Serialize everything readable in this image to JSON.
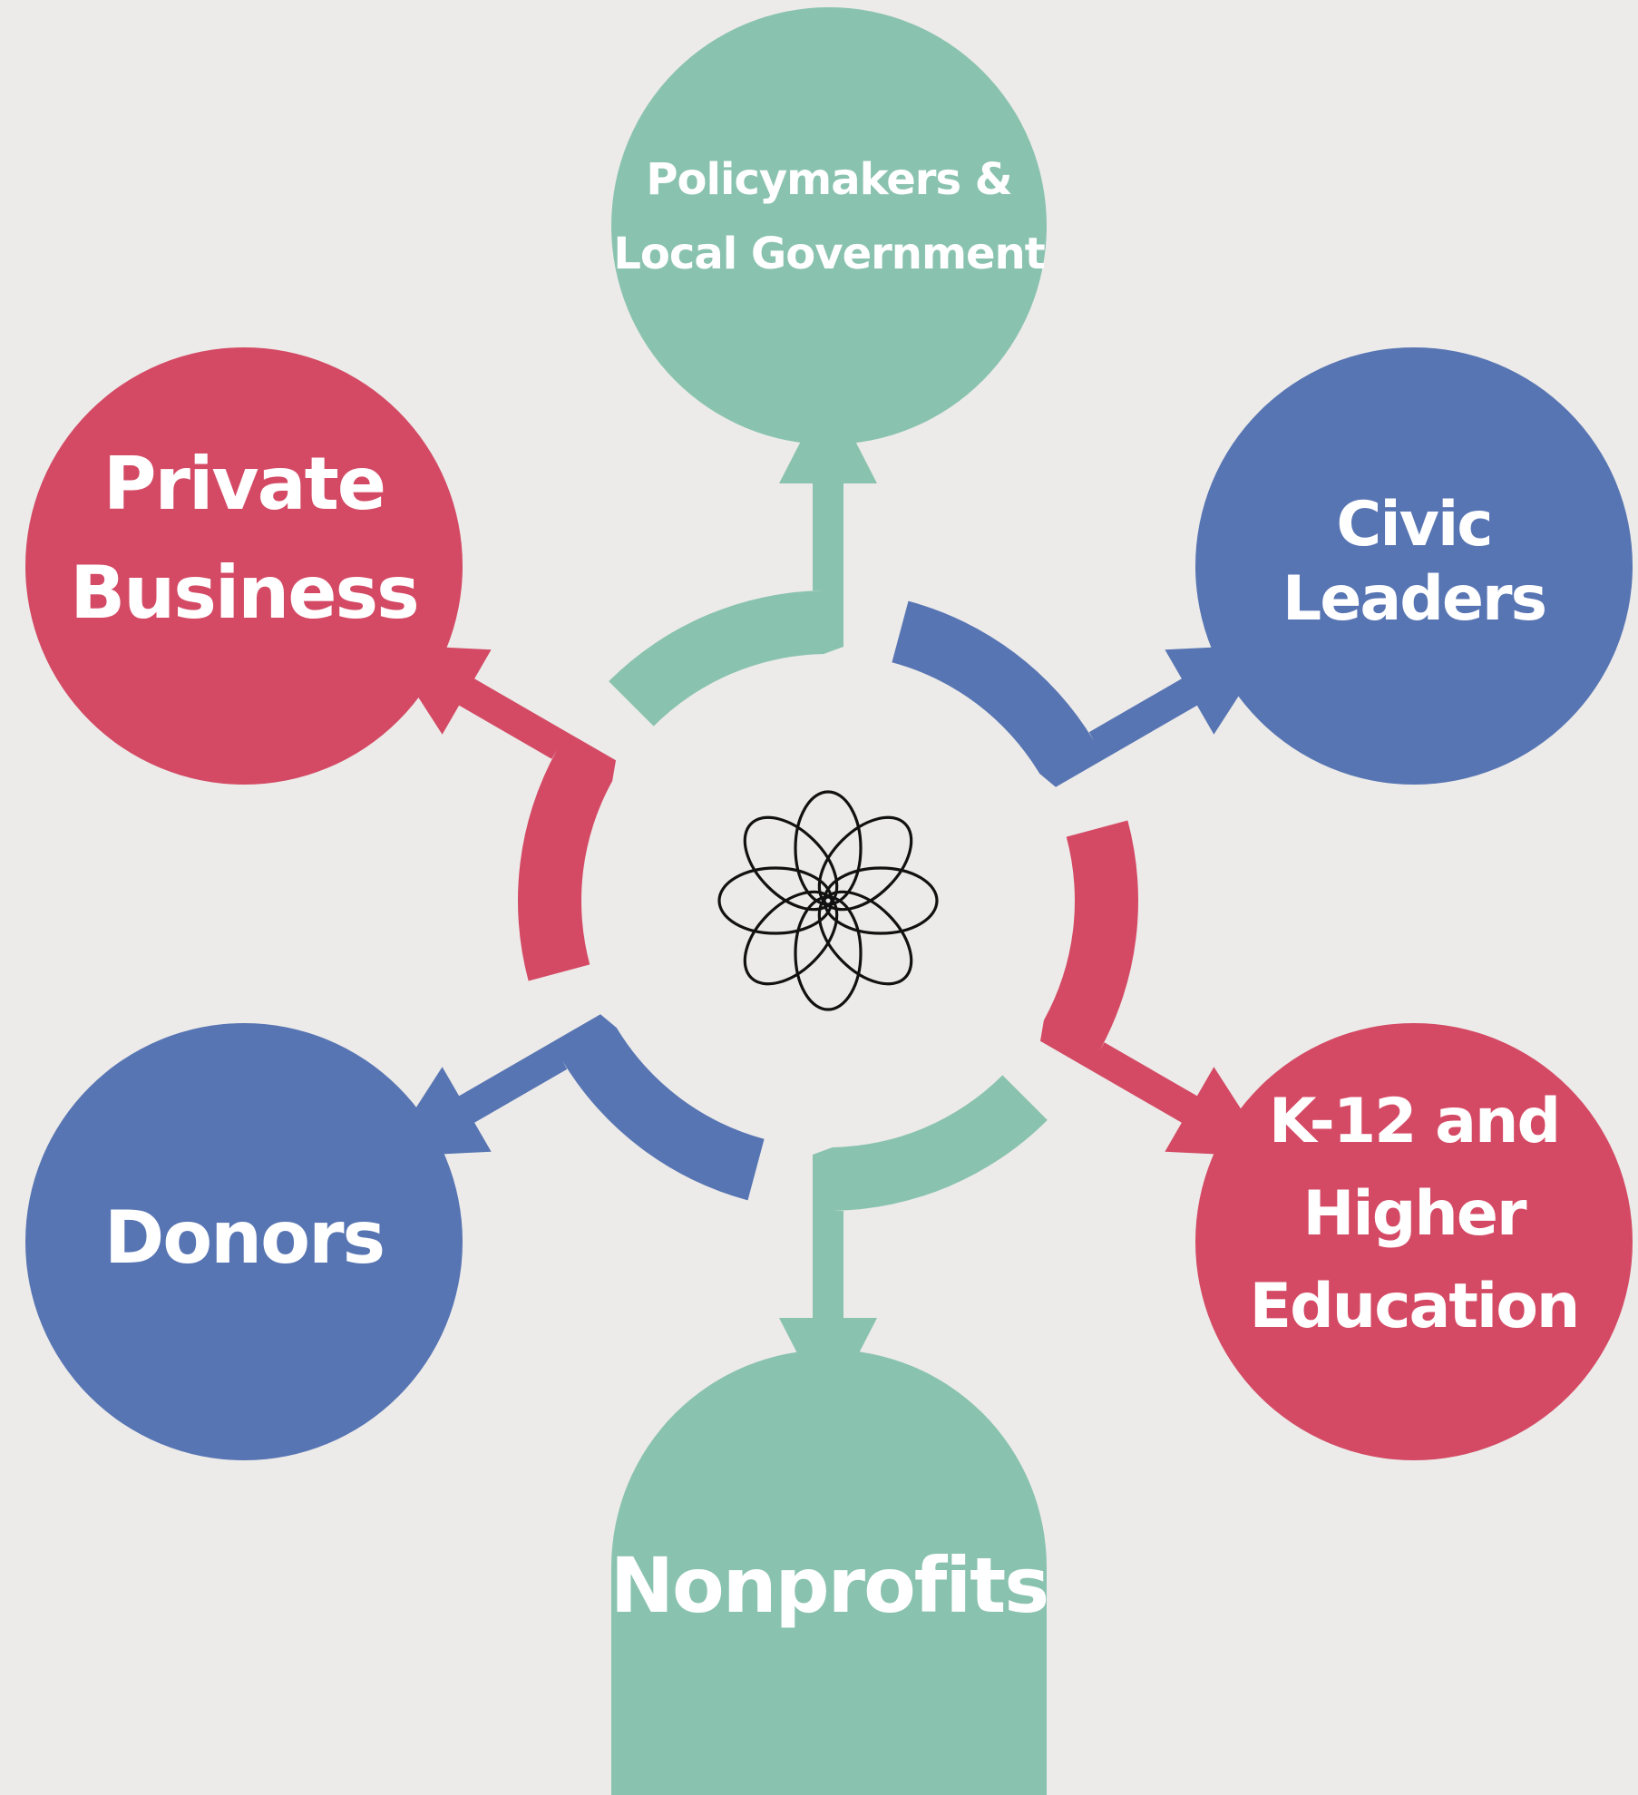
{
  "colors": {
    "background": "#ecebe9",
    "green": "#8ac2b0",
    "blue": "#5875b3",
    "red": "#d44a65",
    "icon": "#111111"
  },
  "center": {
    "icon": "flower-of-life-icon"
  },
  "nodes": [
    {
      "id": "policy",
      "lines": [
        "Policymakers &",
        "Local Government"
      ],
      "color": "green"
    },
    {
      "id": "civic",
      "lines": [
        "Civic Leaders"
      ],
      "color": "blue"
    },
    {
      "id": "education",
      "lines": [
        "K-12 and",
        "Higher",
        "Education"
      ],
      "color": "red"
    },
    {
      "id": "nonprofits",
      "lines": [
        "Nonprofits"
      ],
      "color": "green"
    },
    {
      "id": "donors",
      "lines": [
        "Donors"
      ],
      "color": "blue"
    },
    {
      "id": "business",
      "lines": [
        "Private",
        "Business"
      ],
      "color": "red"
    }
  ]
}
